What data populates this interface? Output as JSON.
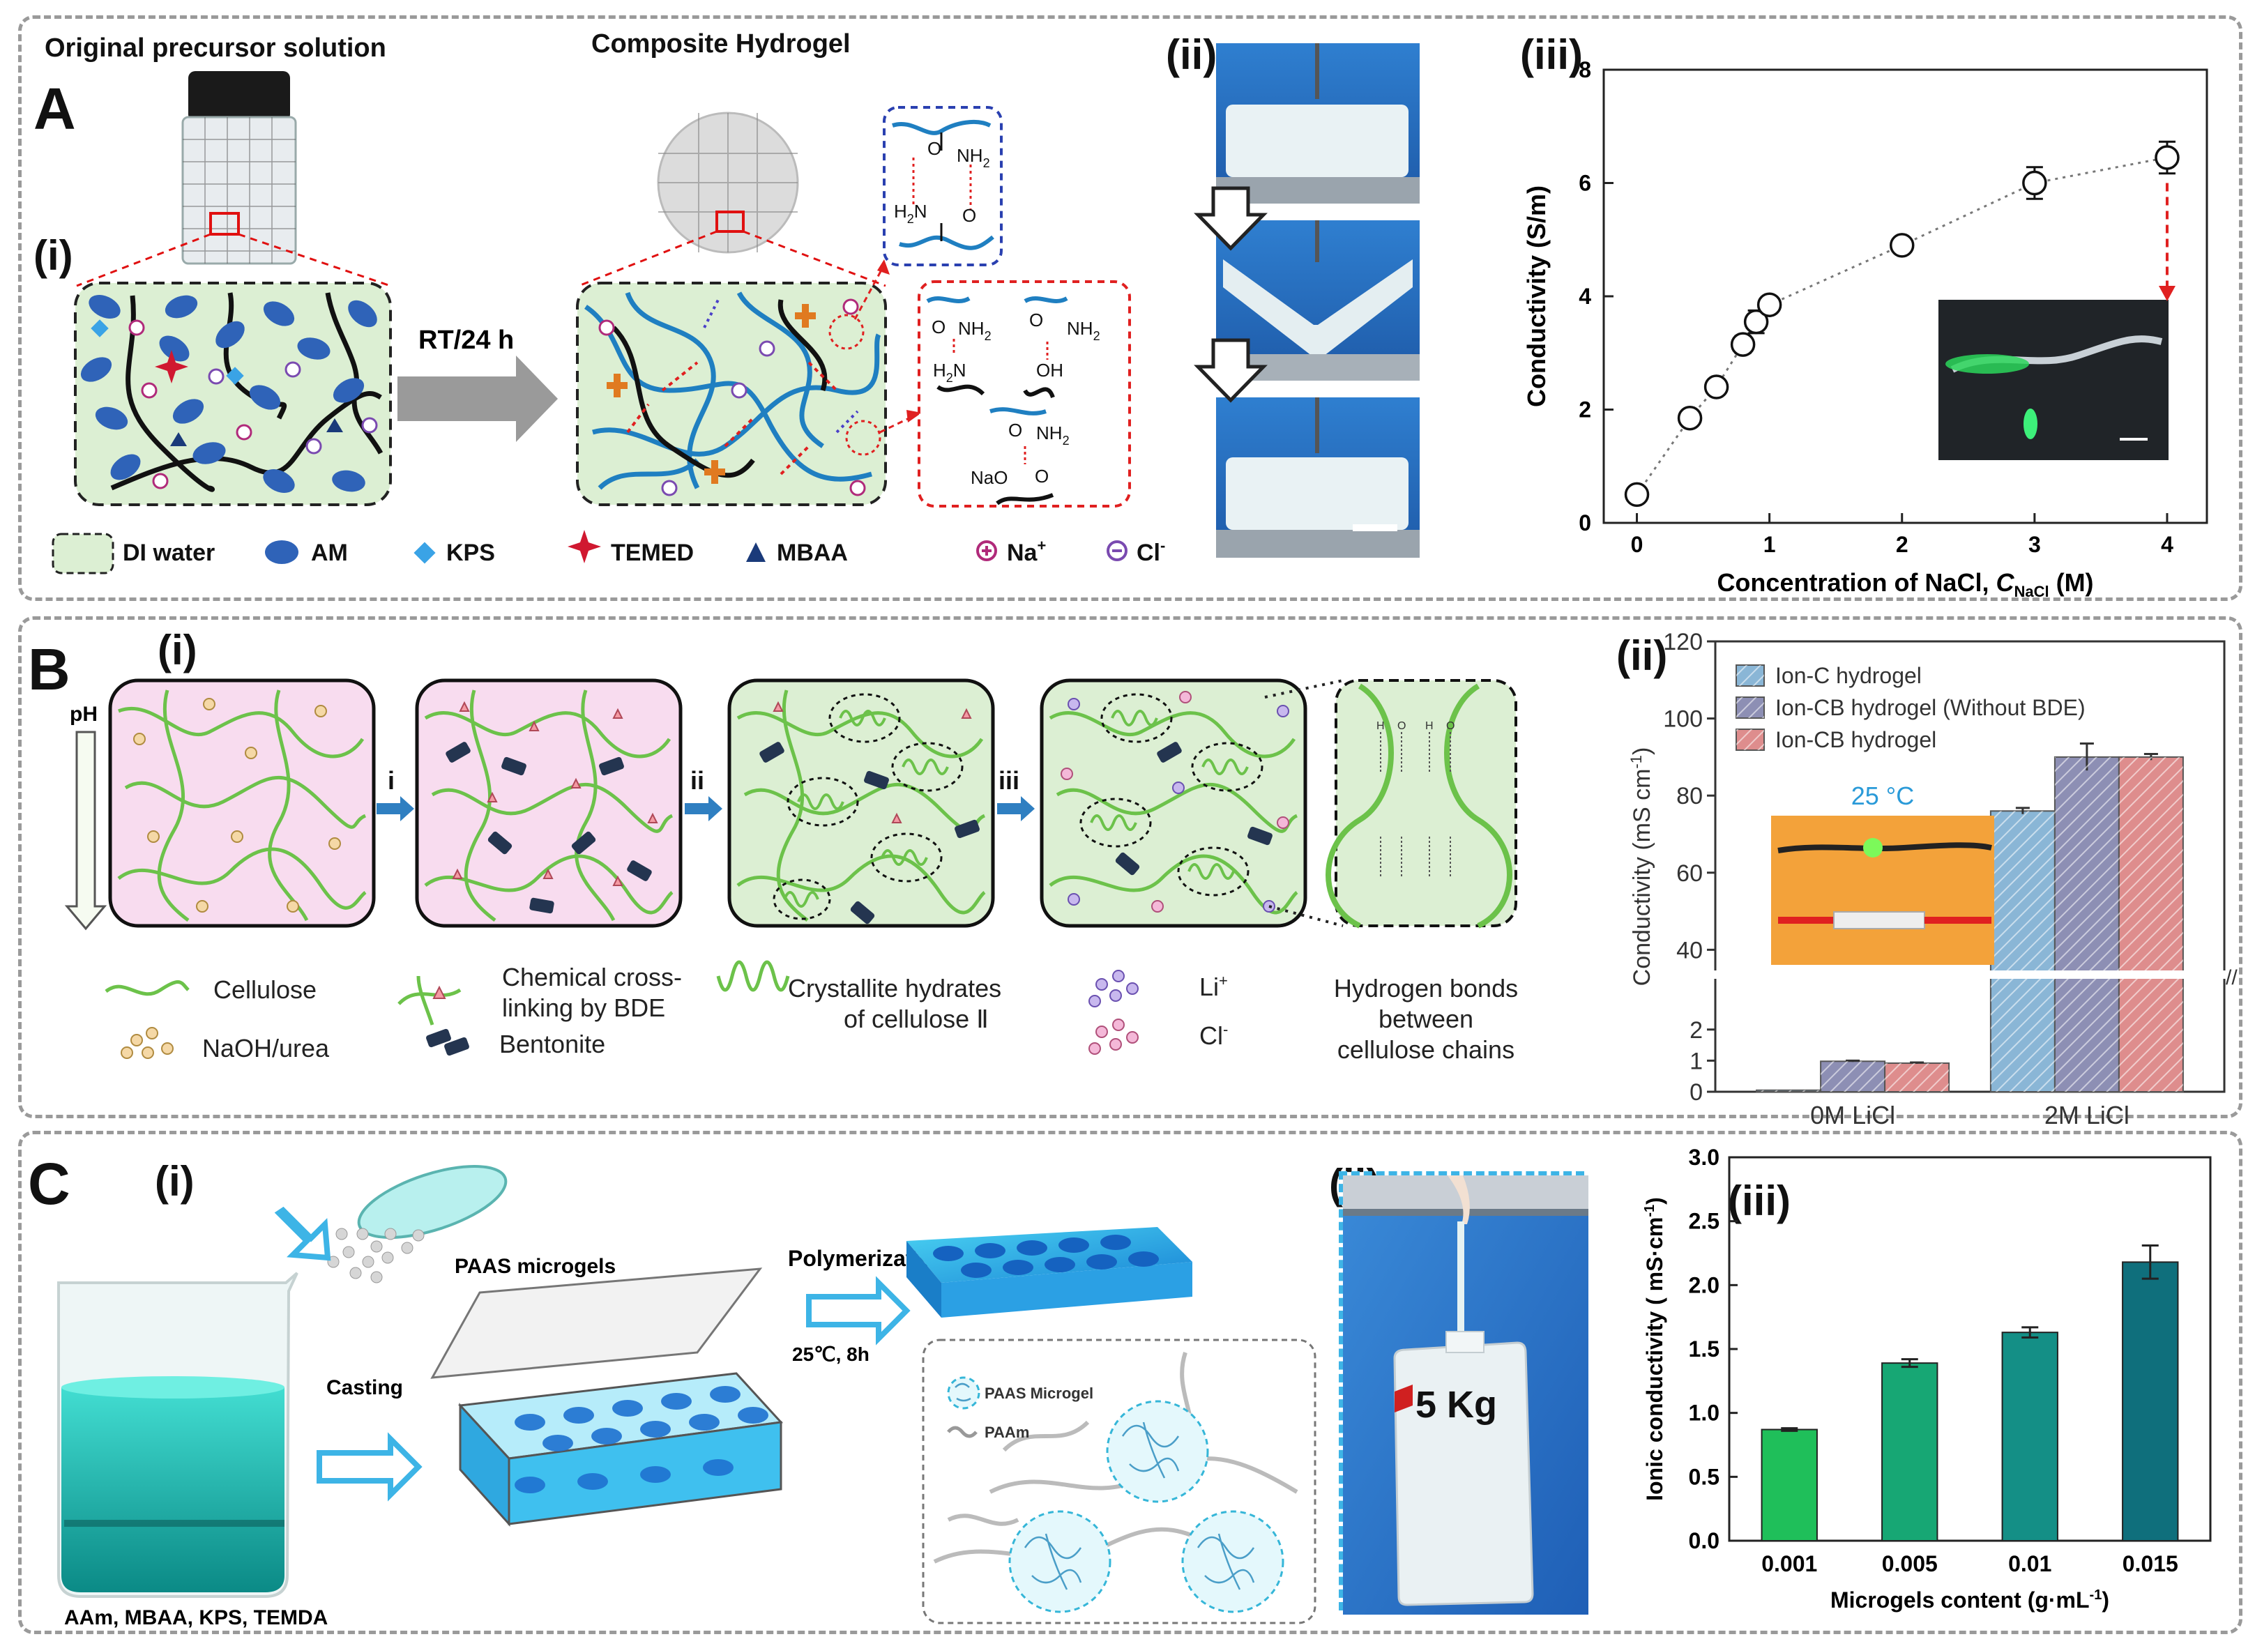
{
  "panels": {
    "A": {
      "letter": "A",
      "sub_i": "(i)",
      "sub_ii": "(ii)",
      "sub_iii": "(iii)",
      "title_left": "Original precursor solution",
      "title_mid": "Composite Hydrogel",
      "arrow_label": "RT/24 h",
      "chem": {
        "nh2": "NH",
        "two": "2",
        "o": "O",
        "h2n": "H",
        "oh": "OH",
        "nao": "NaO"
      },
      "legend": {
        "water": "DI water",
        "am": "AM",
        "kps": "KPS",
        "temed": "TEMED",
        "mbaa": "MBAA",
        "na": "Na",
        "na_sup": "+",
        "cl": "Cl",
        "cl_sup": "-"
      }
    },
    "B": {
      "letter": "B",
      "sub_i": "(i)",
      "sub_ii": "(ii)",
      "ph": "pH",
      "steps": [
        "i",
        "ii",
        "iii"
      ],
      "legend": {
        "cellulose": "Cellulose",
        "naoh": "NaOH/urea",
        "crosslink1": "Chemical cross-",
        "crosslink2": "linking by BDE",
        "bentonite": "Bentonite",
        "cryst1": "Crystallite hydrates",
        "cryst2": "of cellulose Ⅱ",
        "li": "Li",
        "li_sup": "+",
        "cl": "Cl",
        "cl_sup": "-",
        "hb1": "Hydrogen bonds",
        "hb2": "between",
        "hb3": "cellulose chains"
      },
      "hbond_labels": [
        "H",
        "O",
        "H",
        "O"
      ],
      "photo_temp": "25 °C"
    },
    "C": {
      "letter": "C",
      "sub_i": "(i)",
      "sub_ii": "(ii)",
      "sub_iii": "(iii)",
      "microgels": "PAAS microgels",
      "casting": "Casting",
      "polymerization": "Polymerization",
      "conditions": "25℃, 8h",
      "beaker_label": "AAm, MBAA, KPS, TEMDA",
      "legend_microgel": "PAAS Microgel",
      "legend_paam": "PAAm",
      "jug_weight": "5 Kg"
    }
  },
  "chart_data": [
    {
      "id": "A-iii",
      "type": "scatter",
      "xlabel_main": "Concentration of NaCl, ",
      "xlabel_sym": "C",
      "xlabel_sub": "NaCl",
      "xlabel_unit": " (M)",
      "ylabel": "Conductivity (S/m)",
      "xlim": [
        -0.25,
        4.3
      ],
      "ylim": [
        0,
        8
      ],
      "xticks": [
        0,
        1,
        2,
        3,
        4
      ],
      "yticks": [
        0,
        2,
        4,
        6,
        8
      ],
      "x": [
        0,
        0.4,
        0.6,
        0.8,
        0.9,
        1.0,
        2.0,
        3.0,
        4.0
      ],
      "y": [
        0.5,
        1.85,
        2.4,
        3.15,
        3.55,
        3.85,
        4.9,
        6.0,
        6.45
      ],
      "err": [
        0.08,
        0.1,
        0.1,
        0.15,
        0.2,
        0.12,
        0.1,
        0.28,
        0.28
      ],
      "grid": false
    },
    {
      "id": "B-ii",
      "type": "bar",
      "ylabel": "Conductivity (mS cm",
      "ylabel_sup": "-1",
      "ylabel_close": ")",
      "categories": [
        "0M LiCl",
        "2M LiCl"
      ],
      "series": [
        {
          "name": "Ion-C hydrogel",
          "values": [
            0.05,
            76
          ],
          "err": [
            0.0,
            0.8
          ],
          "color": "#8ab6d6"
        },
        {
          "name": "Ion-CB hydrogel (Without BDE)",
          "values": [
            0.98,
            90
          ],
          "err": [
            0.02,
            3.5
          ],
          "color": "#8d8fb4"
        },
        {
          "name": "Ion-CB hydrogel",
          "values": [
            0.92,
            90
          ],
          "err": [
            0.02,
            0.8
          ],
          "color": "#de8d8d"
        }
      ],
      "yticks_low": [
        0,
        1,
        2
      ],
      "yticks_high": [
        40,
        60,
        80,
        100,
        120
      ],
      "ylim_low": [
        0,
        2.6
      ],
      "ylim_high": [
        35,
        120
      ],
      "axis_break": true
    },
    {
      "id": "C-iii",
      "type": "bar",
      "xlabel": "Microgels content (g·mL",
      "xlabel_sup": "-1",
      "xlabel_close": ")",
      "ylabel": "Ionic conductivity ( mS·cm",
      "ylabel_sup": "-1",
      "ylabel_close": ")",
      "categories": [
        "0.001",
        "0.005",
        "0.01",
        "0.015"
      ],
      "values": [
        0.87,
        1.39,
        1.63,
        2.18
      ],
      "err": [
        0.01,
        0.03,
        0.04,
        0.13
      ],
      "colors": [
        "#1fbf5a",
        "#17a774",
        "#148f86",
        "#0f6f7c"
      ],
      "ylim": [
        0,
        3.0
      ],
      "yticks": [
        "0.0",
        "0.5",
        "1.0",
        "1.5",
        "2.0",
        "2.5",
        "3.0"
      ]
    }
  ],
  "colors": {
    "panel_border": "#9a9a9a",
    "water_green": "#dcefd3",
    "chain_blue": "#1f7fc1",
    "cellulose_green": "#6cc24a",
    "pink_bg": "#f8dcef",
    "arrow_cyan": "#3db4e6"
  }
}
